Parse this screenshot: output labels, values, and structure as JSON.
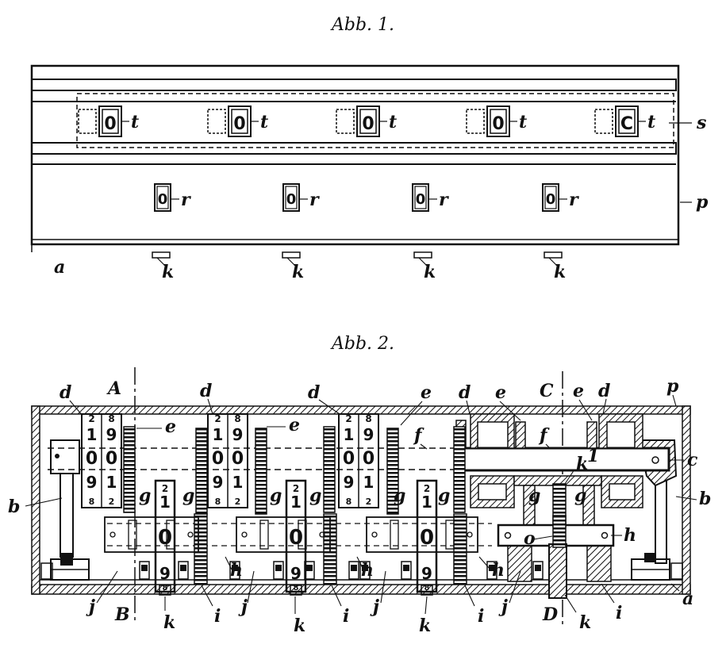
{
  "figure1": {
    "title": "Abb. 1.",
    "windows_t": [
      {
        "digit": "0",
        "label": "t"
      },
      {
        "digit": "0",
        "label": "t"
      },
      {
        "digit": "0",
        "label": "t"
      },
      {
        "digit": "0",
        "label": "t"
      },
      {
        "digit": "C",
        "label": "t"
      }
    ],
    "windows_r": [
      {
        "digit": "0",
        "label": "r"
      },
      {
        "digit": "0",
        "label": "r"
      },
      {
        "digit": "0",
        "label": "r"
      },
      {
        "digit": "0",
        "label": "r"
      }
    ],
    "keys": [
      "k",
      "k",
      "k",
      "k"
    ],
    "label_s": "s",
    "label_p": "p",
    "label_a": "a"
  },
  "figure2": {
    "title": "Abb. 2.",
    "counter_wheels_top": [
      {
        "col1": [
          "2",
          "1",
          "0",
          "9",
          "8"
        ],
        "col2": [
          "8",
          "9",
          "0",
          "1",
          "2"
        ]
      },
      {
        "col1": [
          "2",
          "1",
          "0",
          "9",
          "8"
        ],
        "col2": [
          "8",
          "9",
          "0",
          "1",
          "2"
        ]
      },
      {
        "col1": [
          "2",
          "1",
          "0",
          "9",
          "8"
        ],
        "col2": [
          "8",
          "9",
          "0",
          "1",
          "2"
        ]
      }
    ],
    "key_wheels": [
      [
        "2",
        "1",
        "0",
        "9",
        "8"
      ],
      [
        "2",
        "1",
        "0",
        "9",
        "8"
      ],
      [
        "2",
        "1",
        "0",
        "9",
        "8"
      ]
    ],
    "labels": {
      "d": "d",
      "e": "e",
      "f": "f",
      "g": "g",
      "h": "h",
      "i": "i",
      "j": "j",
      "k": "k",
      "k1": "k",
      "k1_sup": "1",
      "o": "o",
      "a": "a",
      "b": "b",
      "c": "c",
      "p": "p",
      "A": "A",
      "B": "B",
      "C": "C",
      "D": "D"
    }
  }
}
